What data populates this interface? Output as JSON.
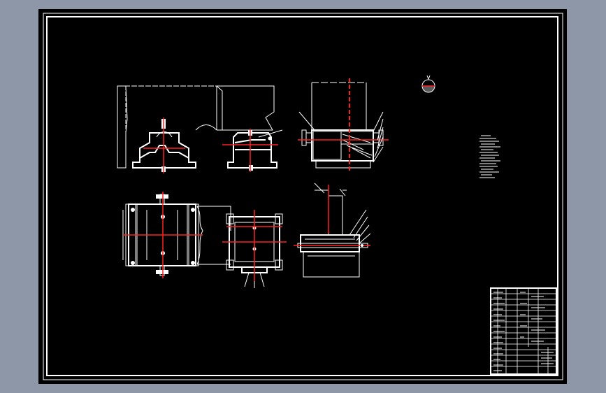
{
  "drawing": {
    "background": "#000000",
    "line_color": "#ffffff",
    "center_line_color": "#ff2020",
    "viewport_color": "#8e97a8"
  },
  "views": [
    {
      "name": "front-section-view"
    },
    {
      "name": "side-section-view"
    },
    {
      "name": "end-view-right"
    },
    {
      "name": "top-plan-view"
    },
    {
      "name": "bottom-middle-view"
    },
    {
      "name": "clamp-section-view"
    },
    {
      "name": "roughness-symbol"
    }
  ],
  "technical_requirements": {
    "lines": [
      "",
      "",
      "",
      "",
      "",
      ""
    ]
  },
  "title_block": {
    "rows": 12
  }
}
